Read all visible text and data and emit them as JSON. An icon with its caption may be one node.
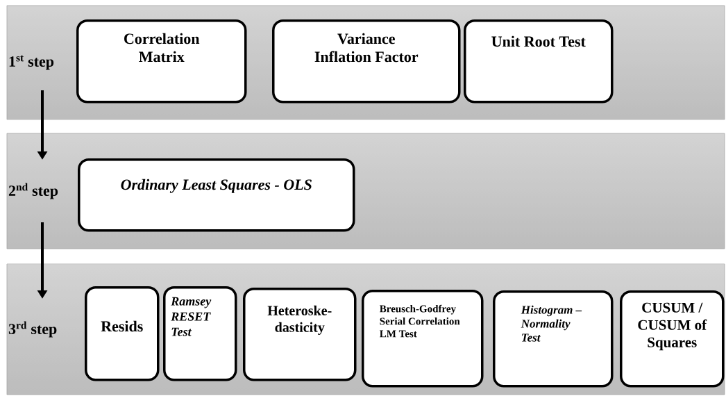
{
  "diagram": {
    "nodes": [
      {
        "text": [
          "1$^{st}$ step"
        ]
      },
      {
        "text": [
          "Correlation Matrix"
        ],
        "in": 0
      },
      {
        "text": [
          "Variance Inflation Factor"
        ],
        "in": 0
      },
      {
        "text": [
          "Unit Root Test"
        ],
        "in": 0
      },
      {
        "text": [
          "2$^{nd}$ step"
        ]
      },
      {
        "text": [
          "Ordinary Least Squares - OLS"
        ],
        "in": 4
      },
      {
        "text": [
          "3$^{rd}$ step"
        ]
      },
      {
        "text": [
          "Resids"
        ],
        "in": 6
      },
      {
        "text": [
          "Ramsey RESET Test"
        ],
        "in": 6
      },
      {
        "text": [
          "Heteroske-dasticity"
        ],
        "in": 6
      },
      {
        "text": [
          "Breusch-Godfrey Serial Correlation LM Test"
        ],
        "in": 6
      },
      {
        "text": [
          "Histogram – Normality Test"
        ],
        "in": 6
      },
      {
        "text": [
          "CUSUM / CUSUM of Squares"
        ],
        "in": 6
      }
    ],
    "edges": [
      {
        "from": 0,
        "to": 4,
        "arrow": "to"
      },
      {
        "from": 4,
        "to": 6,
        "arrow": "to"
      }
    ]
  }
}
